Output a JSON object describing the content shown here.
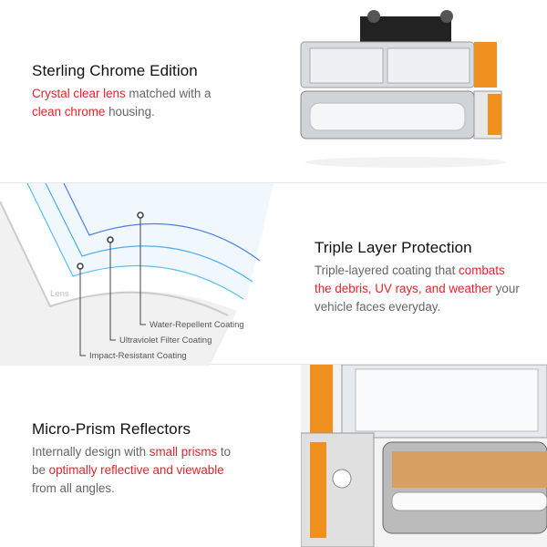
{
  "sections": [
    {
      "title": "Sterling Chrome Edition",
      "body": [
        {
          "text": "Crystal clear lens",
          "highlight": true
        },
        {
          "text": " matched with a ",
          "highlight": false
        },
        {
          "text": "clean chrome",
          "highlight": true
        },
        {
          "text": " housing.",
          "highlight": false
        }
      ]
    },
    {
      "title": "Triple Layer Protection",
      "body": [
        {
          "text": "Triple-layered coating that ",
          "highlight": false
        },
        {
          "text": "combats the debris, UV rays, and weather",
          "highlight": true
        },
        {
          "text": " your vehicle faces everyday.",
          "highlight": false
        }
      ],
      "diagram": {
        "base_label": "Lens",
        "layers": [
          "Water-Repellent Coating",
          "Ultraviolet Filter Coating",
          "Impact-Resistant Coating"
        ]
      }
    },
    {
      "title": "Micro-Prism Reflectors",
      "body": [
        {
          "text": "Internally design with ",
          "highlight": false
        },
        {
          "text": "small prisms",
          "highlight": true
        },
        {
          "text": " to be ",
          "highlight": false
        },
        {
          "text": "optimally reflective and viewable",
          "highlight": true
        },
        {
          "text": " from all angles.",
          "highlight": false
        }
      ]
    }
  ],
  "colors": {
    "accent": "#e2242b",
    "text": "#666666",
    "amber": "#f0901e"
  }
}
